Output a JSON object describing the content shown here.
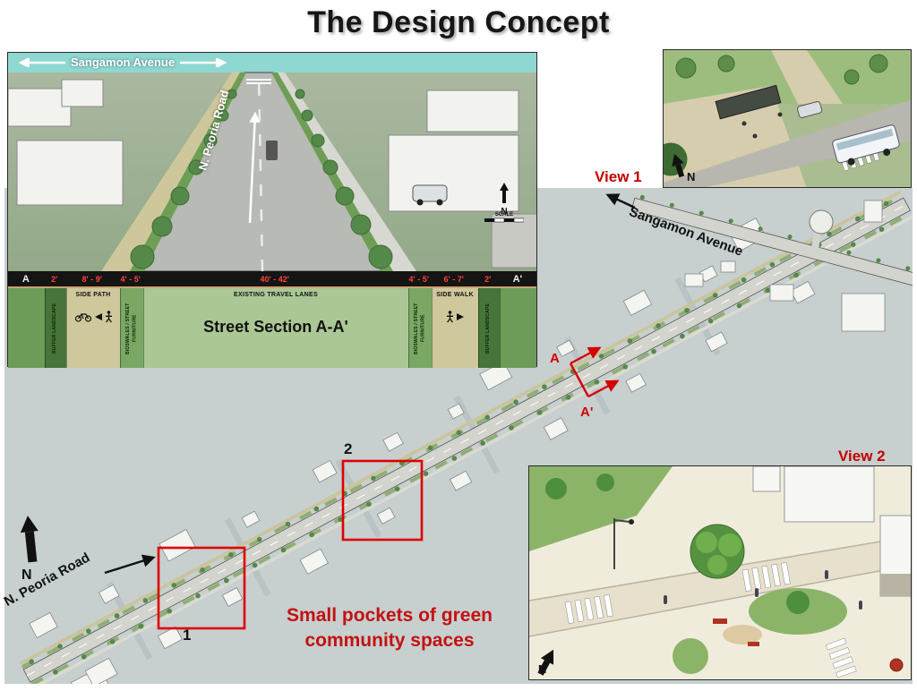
{
  "title": "The Design Concept",
  "perspective": {
    "street_label": "Sangamon Avenue",
    "road_label": "N. Peoria Road",
    "compass": "N",
    "scale_label": "SCALE"
  },
  "section": {
    "title": "Street Section A-A'",
    "marker_left": "A",
    "marker_right": "A'",
    "dims": [
      "2'",
      "8' - 9'",
      "4' - 5'",
      "40' - 42'",
      "4' - 5'",
      "6' - 7'",
      "2'"
    ],
    "labels": {
      "buffer": "BUFFER LANDSCAPE",
      "side_path": "SIDE PATH",
      "bioswales": "BIOSWALES / STREET FURNITURE",
      "travel_lanes": "EXISTING TRAVEL LANES",
      "side_walk": "SIDE WALK"
    }
  },
  "plan": {
    "view1_label": "View 1",
    "view2_label": "View 2",
    "street_label": "Sangamon Avenue",
    "road_label": "N. Peoria Road",
    "marker_a": "A",
    "marker_a_prime": "A'",
    "pocket_1": "1",
    "pocket_2": "2",
    "caption_line1": "Small pockets of green",
    "caption_line2": "community spaces",
    "compass": "N"
  },
  "view1": {
    "compass": "N"
  },
  "view2": {
    "compass": "N"
  },
  "colors": {
    "accent_red": "#cc0000",
    "plan_background": "#c7cfcf",
    "section_green": "#6d9c59",
    "sky_teal": "#8fd8d2"
  }
}
